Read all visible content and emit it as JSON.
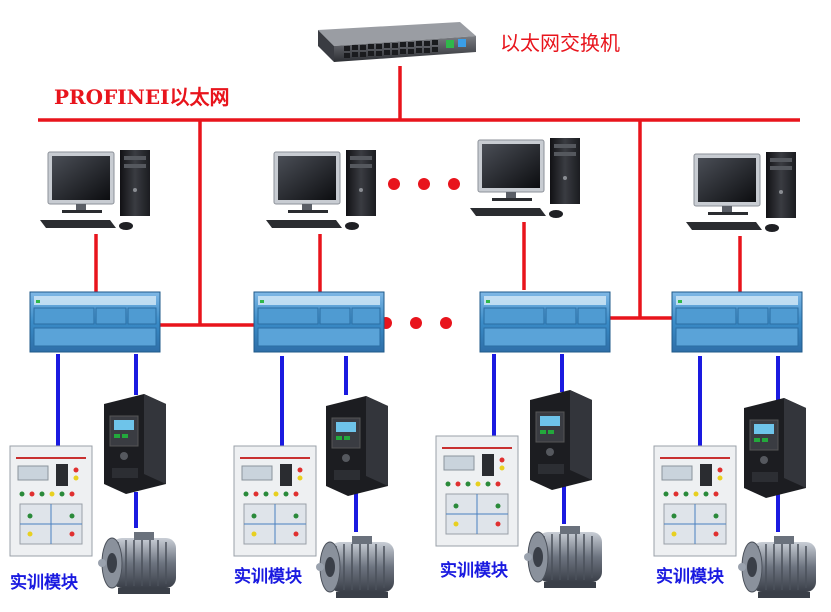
{
  "switch": {
    "label": "以太网交换机"
  },
  "network": {
    "label": "PROFINEI以太网"
  },
  "module_label": "实训模块",
  "ellipsis": "• • •",
  "colors": {
    "network_line": "#e8141c",
    "field_line": "#1a1ae0",
    "plc_body": "#3a8cc8",
    "label_red": "#e8141c",
    "label_blue": "#1a1ae0"
  },
  "stations": [
    {
      "name": "station-1",
      "pc": "computer-icon",
      "plc": "plc-icon",
      "drive": "inverter-icon",
      "trainer": "training-module-icon",
      "motor": "motor-icon"
    },
    {
      "name": "station-2",
      "pc": "computer-icon",
      "plc": "plc-icon",
      "drive": "inverter-icon",
      "trainer": "training-module-icon",
      "motor": "motor-icon"
    },
    {
      "name": "station-3",
      "pc": "computer-icon",
      "plc": "plc-icon",
      "drive": "inverter-icon",
      "trainer": "training-module-icon",
      "motor": "motor-icon"
    },
    {
      "name": "station-4",
      "pc": "computer-icon",
      "plc": "plc-icon",
      "drive": "inverter-icon",
      "trainer": "training-module-icon",
      "motor": "motor-icon"
    }
  ]
}
